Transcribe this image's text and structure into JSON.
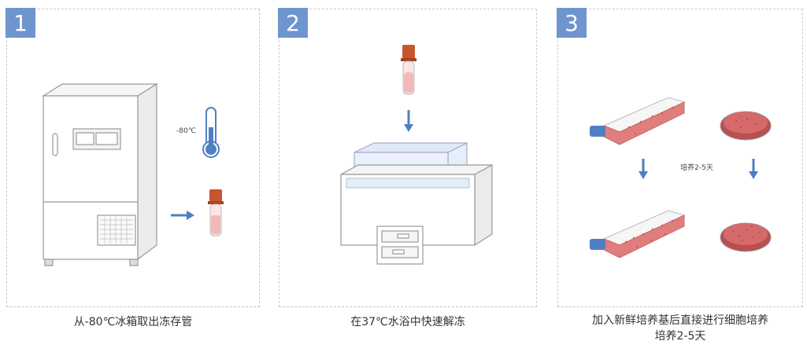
{
  "steps": [
    {
      "number": "1",
      "temperature_label": "-80℃",
      "caption": "从-80℃冰箱取出冻存管"
    },
    {
      "number": "2",
      "caption": "在37℃水浴中快速解冻"
    },
    {
      "number": "3",
      "culture_label": "培养2-5天",
      "caption_line1": "加入新鲜培养基后直接进行细胞培养",
      "caption_line2": "培养2-5天"
    }
  ],
  "colors": {
    "badge": "#6f95cf",
    "tube_cap": "#c8552e",
    "culture_medium": "#e07d7d",
    "arrow": "#4f7fc2"
  },
  "icons": [
    "freezer-icon",
    "thermometer-icon",
    "cryovial-icon",
    "water-bath-icon",
    "culture-flask-icon",
    "petri-dish-icon"
  ]
}
